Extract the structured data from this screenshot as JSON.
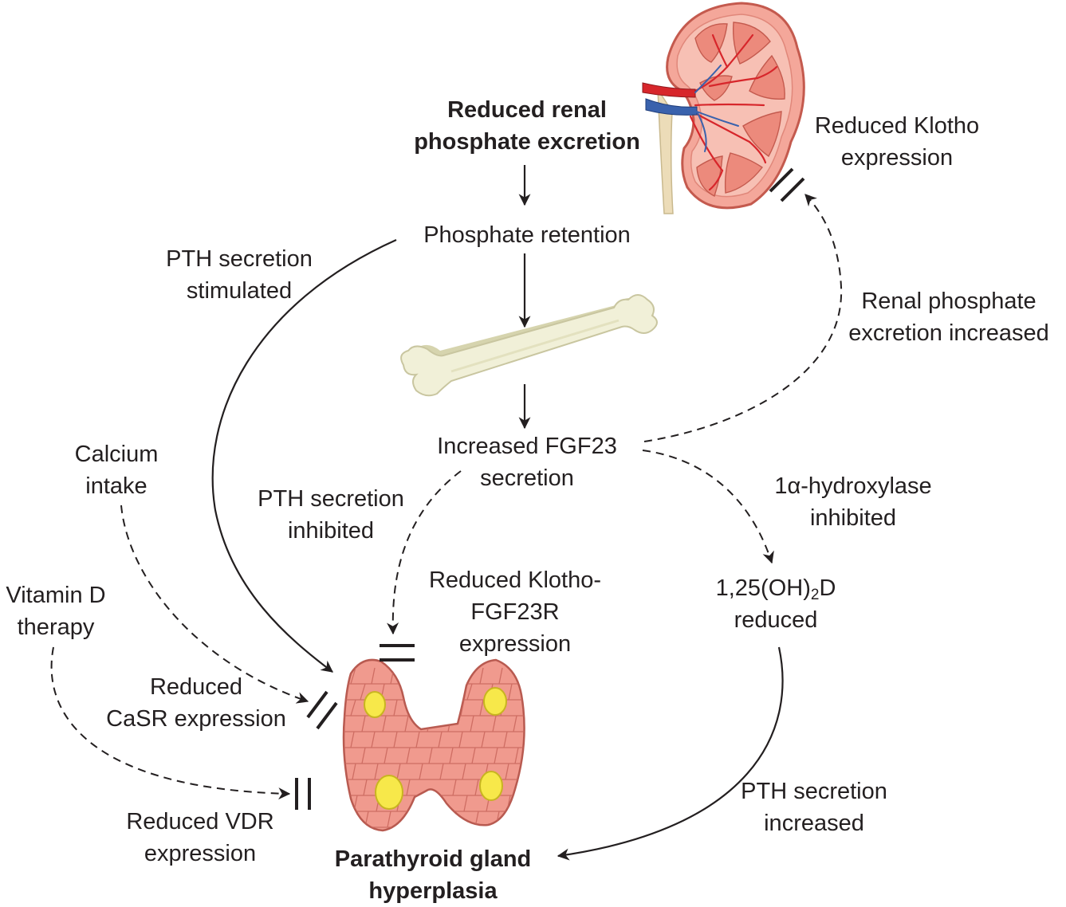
{
  "labels": {
    "reduced_renal": [
      "Reduced renal",
      "phosphate excretion"
    ],
    "reduced_klotho_kidney": [
      "Reduced  Klotho",
      "expression"
    ],
    "phosphate_retention": "Phosphate retention",
    "pth_stimulated": [
      "PTH secretion",
      "stimulated"
    ],
    "renal_phosphate_increased": [
      "Renal phosphate",
      "excretion increased"
    ],
    "fgf23_secretion": [
      "Increased FGF23",
      "secretion"
    ],
    "calcium_intake": [
      "Calcium",
      "intake"
    ],
    "pth_inhibited": [
      "PTH secretion",
      "inhibited"
    ],
    "hydroxylase": [
      "1α-hydroxylase",
      "inhibited"
    ],
    "vitamin_d_therapy": [
      "Vitamin D",
      "therapy"
    ],
    "klotho_fgf23r": [
      "Reduced Klotho-",
      "FGF23R",
      "expression"
    ],
    "calcitriol": {
      "prefix": "1,25(OH)",
      "subscript": "2",
      "suffix": "D",
      "line2": "reduced"
    },
    "casr": [
      "Reduced",
      "CaSR expression"
    ],
    "pth_increased": [
      "PTH secretion",
      "increased"
    ],
    "vdr": [
      "Reduced VDR",
      "expression"
    ],
    "parathyroid": [
      "Parathyroid gland",
      "hyperplasia"
    ]
  },
  "colors": {
    "text": "#231f20",
    "arrow": "#231f20",
    "kidney_fill": "#f4a79a",
    "kidney_pyramid": "#ec8a7c",
    "artery": "#d7262b",
    "vein": "#3a62ad",
    "ureter": "#ecdcb8",
    "bone": "#f1f0d8",
    "bone_shadow": "#d6d4ae",
    "gland": "#f09a8e",
    "gland_cell_line": "#c8665c",
    "nodule": "#f7e84a",
    "nodule_rim": "#c8b520"
  },
  "icons": [
    "kidney-icon",
    "bone-icon",
    "parathyroid-gland-icon"
  ]
}
